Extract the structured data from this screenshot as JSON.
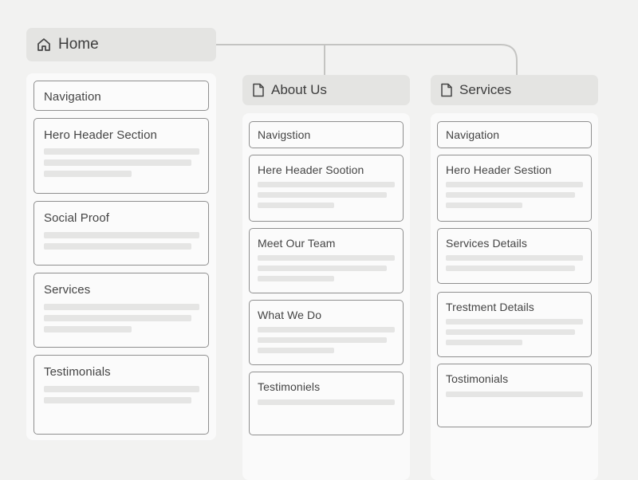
{
  "pages": {
    "home": {
      "title": "Home",
      "icon": "home-icon",
      "sections": [
        {
          "label": "Navigation"
        },
        {
          "label": "Hero Header Section"
        },
        {
          "label": "Social Proof"
        },
        {
          "label": "Services"
        },
        {
          "label": "Testimonials"
        }
      ]
    },
    "about": {
      "title": "About Us",
      "icon": "document-icon",
      "sections": [
        {
          "label": "Navigstion"
        },
        {
          "label": "Here Header Sootion"
        },
        {
          "label": "Meet Our Team"
        },
        {
          "label": "What We Do"
        },
        {
          "label": "Testimoniels"
        }
      ]
    },
    "services": {
      "title": "Services",
      "icon": "document-icon",
      "sections": [
        {
          "label": "Navigation"
        },
        {
          "label": "Hero Header Sestion"
        },
        {
          "label": "Services Details"
        },
        {
          "label": "Trestment Details"
        },
        {
          "label": "Tostimonials"
        }
      ]
    }
  },
  "colors": {
    "background": "#f2f2f1",
    "header_fill": "#e4e4e2",
    "card_border": "#8f8f8f",
    "placeholder_bar": "#e5e5e4",
    "connector": "#c4c4c2"
  }
}
